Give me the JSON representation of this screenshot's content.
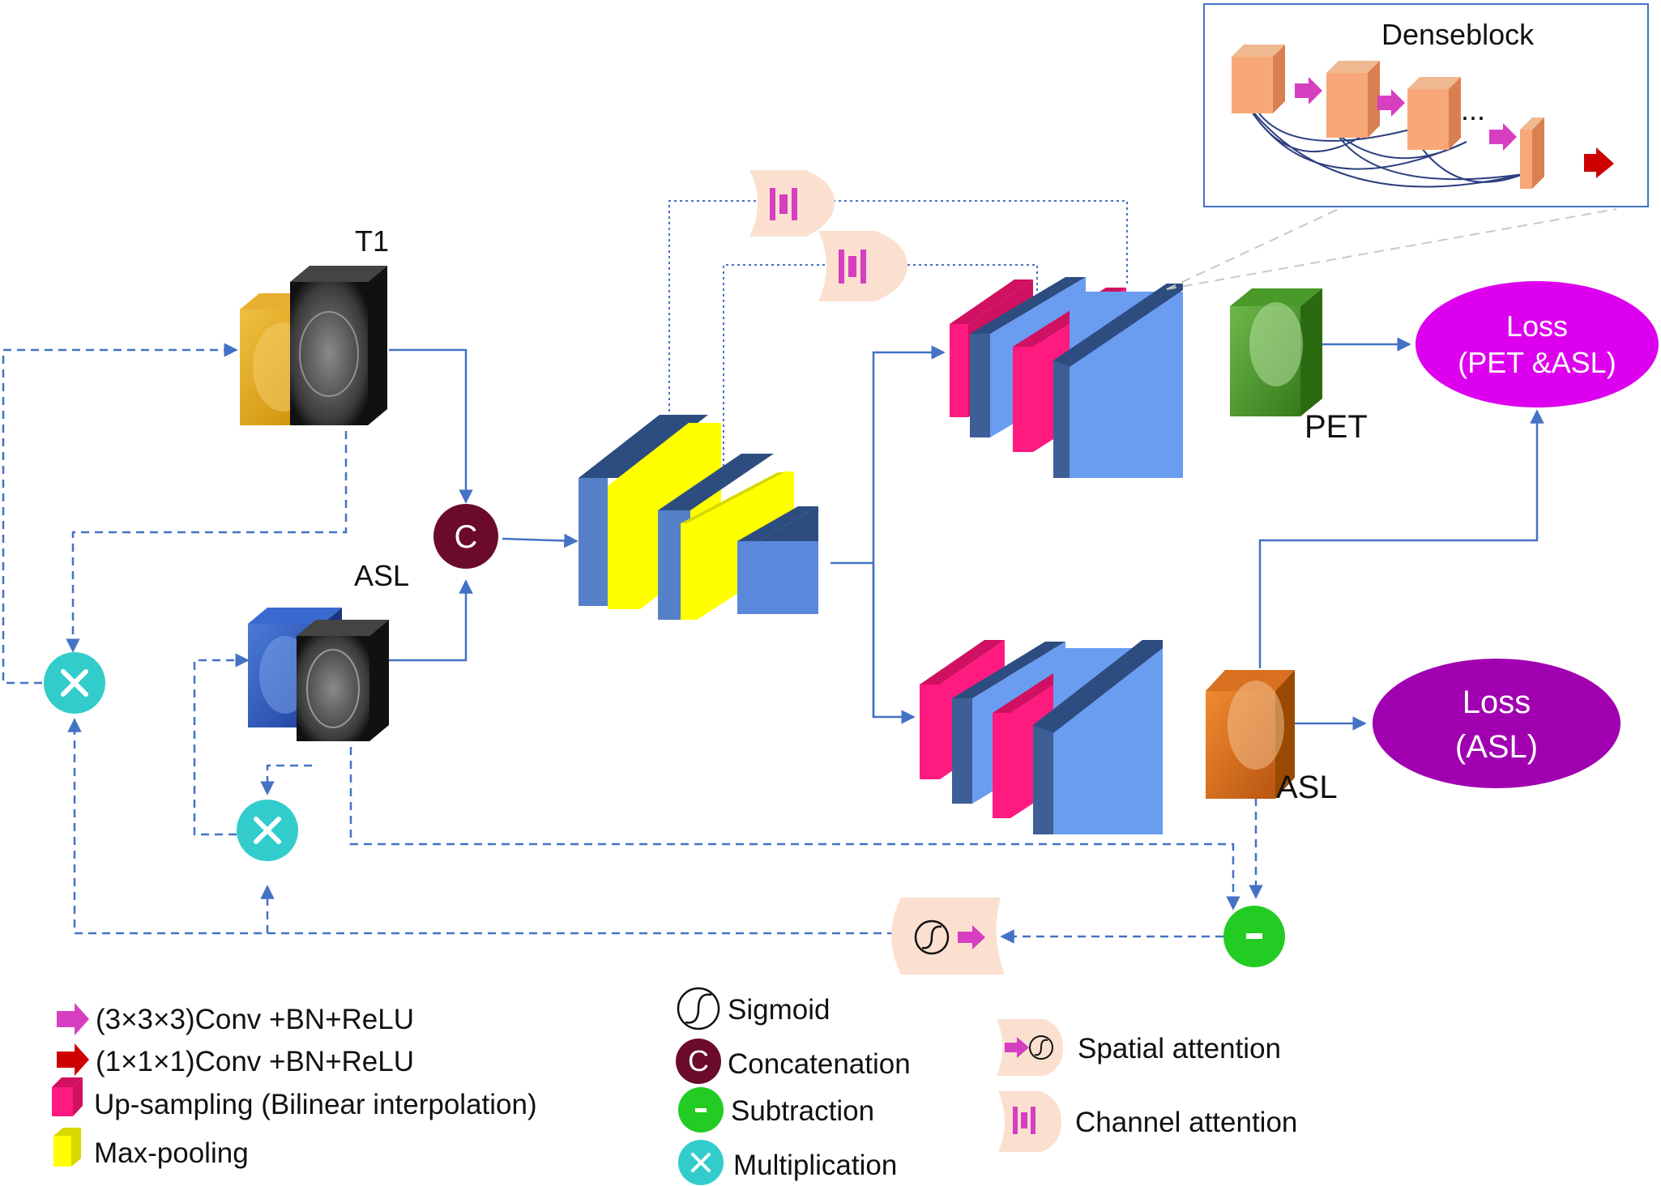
{
  "labels": {
    "t1": "T1",
    "asl_input": "ASL",
    "pet_output": "PET",
    "asl_output": "ASL",
    "denseblock": "Denseblock",
    "concat_symbol": "C",
    "subtract_symbol": "-",
    "dense_dots": "..."
  },
  "loss_pet": {
    "line1": "Loss",
    "line2": "(PET &ASL)",
    "color": "#dd00ee"
  },
  "loss_asl": {
    "line1": "Loss",
    "line2": "(ASL)",
    "color": "#a000b0"
  },
  "legend": {
    "conv3": "(3×3×3)Conv +BN+ReLU",
    "conv1": "(1×1×1)Conv +BN+ReLU",
    "upsampling": "Up-sampling (Bilinear interpolation)",
    "maxpool": "Max-pooling",
    "sigmoid": "Sigmoid",
    "concatenation": "Concatenation",
    "subtraction": "Subtraction",
    "multiplication": "Multiplication",
    "spatial": "Spatial attention",
    "channel": "Channel attention"
  },
  "colors": {
    "arrow": "#4472c4",
    "block_blue": "#6a9cf0",
    "block_dark": "#2d4d80",
    "block_yellow": "#ffff00",
    "block_pink": "#ff1a80",
    "dense_orange": "#f8a878",
    "concat": "#6b0a2a",
    "subtract": "#22cc22",
    "multiply": "#33cccc",
    "conv3_arrow": "#d63fc0",
    "conv1_arrow": "#cc0000"
  }
}
